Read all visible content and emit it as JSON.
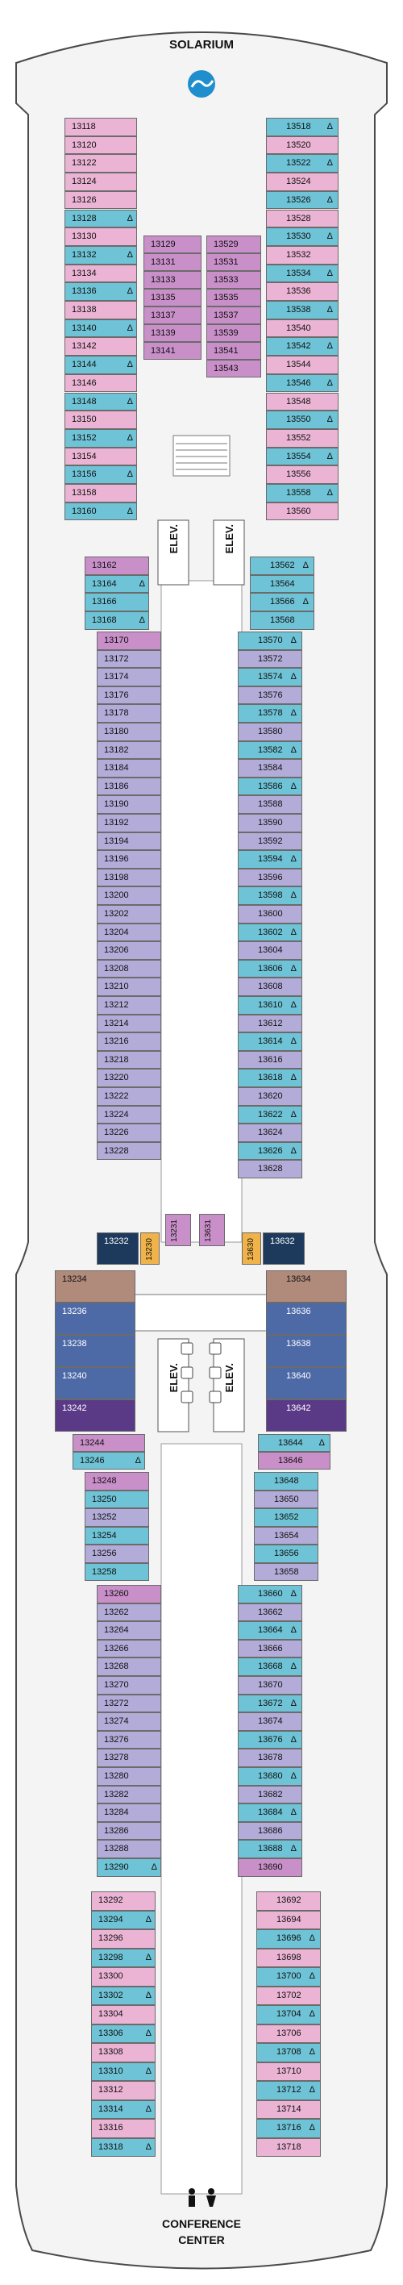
{
  "labels": {
    "top": "SOLARIUM",
    "bottom_line1": "CONFERENCE",
    "bottom_line2": "CENTER",
    "elev": "ELEV."
  },
  "icons": {
    "accessible": "accessible-triangle-icon",
    "connecting": "connecting-arrow-icon",
    "stairs": "stairs-icon",
    "restroom": "restroom-icon",
    "solarium_logo": "solarium-pool-icon"
  },
  "colors": {
    "balcony_blue": "#6fc3d6",
    "pink": "#ebb4d4",
    "lavender": "#b3acd9",
    "magenta": "#c98fc9",
    "purple": "#8b74b6",
    "suite_blue": "#4d6aa6",
    "navy": "#1d3a5c",
    "steel": "#3c5e88",
    "brown": "#b08a7a",
    "orange": "#f0b34a",
    "deep_purple": "#5a3a87",
    "solarium_blue": "#1e8fcc"
  },
  "cabins_left_upper": [
    {
      "n": "13118",
      "c": "pink"
    },
    {
      "n": "13120",
      "c": "pink"
    },
    {
      "n": "13122",
      "c": "pink"
    },
    {
      "n": "13124",
      "c": "pink"
    },
    {
      "n": "13126",
      "c": "pink"
    },
    {
      "n": "13128",
      "c": "balcony_blue",
      "a": "Δ"
    },
    {
      "n": "13130",
      "c": "pink"
    },
    {
      "n": "13132",
      "c": "balcony_blue",
      "a": "Δ"
    },
    {
      "n": "13134",
      "c": "pink"
    },
    {
      "n": "13136",
      "c": "balcony_blue",
      "a": "Δ"
    },
    {
      "n": "13138",
      "c": "pink"
    },
    {
      "n": "13140",
      "c": "balcony_blue",
      "a": "Δ"
    },
    {
      "n": "13142",
      "c": "pink"
    },
    {
      "n": "13144",
      "c": "balcony_blue",
      "a": "Δ"
    },
    {
      "n": "13146",
      "c": "pink"
    },
    {
      "n": "13148",
      "c": "balcony_blue",
      "a": "Δ"
    },
    {
      "n": "13150",
      "c": "pink"
    },
    {
      "n": "13152",
      "c": "balcony_blue",
      "a": "Δ"
    },
    {
      "n": "13154",
      "c": "pink"
    },
    {
      "n": "13156",
      "c": "balcony_blue",
      "a": "Δ"
    },
    {
      "n": "13158",
      "c": "pink"
    },
    {
      "n": "13160",
      "c": "balcony_blue",
      "a": "Δ"
    }
  ],
  "cabins_right_upper": [
    {
      "n": "13518",
      "c": "balcony_blue",
      "a": "Δ"
    },
    {
      "n": "13520",
      "c": "pink"
    },
    {
      "n": "13522",
      "c": "balcony_blue",
      "a": "Δ"
    },
    {
      "n": "13524",
      "c": "pink"
    },
    {
      "n": "13526",
      "c": "balcony_blue",
      "a": "Δ"
    },
    {
      "n": "13528",
      "c": "pink"
    },
    {
      "n": "13530",
      "c": "balcony_blue",
      "a": "Δ"
    },
    {
      "n": "13532",
      "c": "pink"
    },
    {
      "n": "13534",
      "c": "balcony_blue",
      "a": "Δ"
    },
    {
      "n": "13536",
      "c": "pink"
    },
    {
      "n": "13538",
      "c": "balcony_blue",
      "a": "Δ"
    },
    {
      "n": "13540",
      "c": "pink"
    },
    {
      "n": "13542",
      "c": "balcony_blue",
      "a": "Δ"
    },
    {
      "n": "13544",
      "c": "pink"
    },
    {
      "n": "13546",
      "c": "balcony_blue",
      "a": "Δ"
    },
    {
      "n": "13548",
      "c": "pink"
    },
    {
      "n": "13550",
      "c": "balcony_blue",
      "a": "Δ"
    },
    {
      "n": "13552",
      "c": "pink"
    },
    {
      "n": "13554",
      "c": "balcony_blue",
      "a": "Δ"
    },
    {
      "n": "13556",
      "c": "pink"
    },
    {
      "n": "13558",
      "c": "balcony_blue",
      "a": "Δ"
    },
    {
      "n": "13560",
      "c": "pink"
    }
  ],
  "cabins_center_left": [
    "13129",
    "13131",
    "13133",
    "13135",
    "13137",
    "13139",
    "13141"
  ],
  "cabins_center_right": [
    "13529",
    "13531",
    "13533",
    "13535",
    "13537",
    "13539",
    "13541",
    "13543"
  ],
  "cabins_left_mid1": [
    {
      "n": "13162",
      "c": "magenta"
    },
    {
      "n": "13164",
      "c": "balcony_blue",
      "a": "Δ"
    },
    {
      "n": "13166",
      "c": "balcony_blue"
    },
    {
      "n": "13168",
      "c": "balcony_blue",
      "a": "Δ"
    }
  ],
  "cabins_right_mid1": [
    {
      "n": "13562",
      "c": "balcony_blue",
      "a": "Δ"
    },
    {
      "n": "13564",
      "c": "balcony_blue"
    },
    {
      "n": "13566",
      "c": "balcony_blue",
      "a": "Δ"
    },
    {
      "n": "13568",
      "c": "balcony_blue"
    }
  ],
  "cabins_left_mid2": [
    {
      "n": "13170",
      "c": "magenta"
    },
    {
      "n": "13172",
      "c": "lavender"
    },
    {
      "n": "13174",
      "c": "lavender"
    },
    {
      "n": "13176",
      "c": "lavender"
    },
    {
      "n": "13178",
      "c": "lavender"
    },
    {
      "n": "13180",
      "c": "lavender"
    },
    {
      "n": "13182",
      "c": "lavender"
    },
    {
      "n": "13184",
      "c": "lavender"
    },
    {
      "n": "13186",
      "c": "lavender"
    },
    {
      "n": "13190",
      "c": "lavender"
    },
    {
      "n": "13192",
      "c": "lavender"
    },
    {
      "n": "13194",
      "c": "lavender"
    },
    {
      "n": "13196",
      "c": "lavender"
    },
    {
      "n": "13198",
      "c": "lavender"
    },
    {
      "n": "13200",
      "c": "lavender"
    },
    {
      "n": "13202",
      "c": "lavender"
    },
    {
      "n": "13204",
      "c": "lavender"
    },
    {
      "n": "13206",
      "c": "lavender"
    },
    {
      "n": "13208",
      "c": "lavender"
    },
    {
      "n": "13210",
      "c": "lavender"
    },
    {
      "n": "13212",
      "c": "lavender"
    },
    {
      "n": "13214",
      "c": "lavender"
    },
    {
      "n": "13216",
      "c": "lavender"
    },
    {
      "n": "13218",
      "c": "lavender"
    },
    {
      "n": "13220",
      "c": "lavender"
    },
    {
      "n": "13222",
      "c": "lavender"
    },
    {
      "n": "13224",
      "c": "lavender"
    },
    {
      "n": "13226",
      "c": "lavender"
    },
    {
      "n": "13228",
      "c": "lavender"
    }
  ],
  "cabins_right_mid2": [
    {
      "n": "13570",
      "c": "balcony_blue",
      "a": "Δ"
    },
    {
      "n": "13572",
      "c": "lavender"
    },
    {
      "n": "13574",
      "c": "balcony_blue",
      "a": "Δ"
    },
    {
      "n": "13576",
      "c": "lavender"
    },
    {
      "n": "13578",
      "c": "balcony_blue",
      "a": "Δ"
    },
    {
      "n": "13580",
      "c": "lavender"
    },
    {
      "n": "13582",
      "c": "balcony_blue",
      "a": "Δ"
    },
    {
      "n": "13584",
      "c": "lavender"
    },
    {
      "n": "13586",
      "c": "balcony_blue",
      "a": "Δ"
    },
    {
      "n": "13588",
      "c": "lavender"
    },
    {
      "n": "13590",
      "c": "lavender"
    },
    {
      "n": "13592",
      "c": "lavender"
    },
    {
      "n": "13594",
      "c": "balcony_blue",
      "a": "Δ"
    },
    {
      "n": "13596",
      "c": "lavender"
    },
    {
      "n": "13598",
      "c": "balcony_blue",
      "a": "Δ"
    },
    {
      "n": "13600",
      "c": "lavender"
    },
    {
      "n": "13602",
      "c": "balcony_blue",
      "a": "Δ"
    },
    {
      "n": "13604",
      "c": "lavender"
    },
    {
      "n": "13606",
      "c": "balcony_blue",
      "a": "Δ"
    },
    {
      "n": "13608",
      "c": "lavender"
    },
    {
      "n": "13610",
      "c": "balcony_blue",
      "a": "Δ"
    },
    {
      "n": "13612",
      "c": "lavender"
    },
    {
      "n": "13614",
      "c": "balcony_blue",
      "a": "Δ"
    },
    {
      "n": "13616",
      "c": "lavender"
    },
    {
      "n": "13618",
      "c": "balcony_blue",
      "a": "Δ"
    },
    {
      "n": "13620",
      "c": "lavender"
    },
    {
      "n": "13622",
      "c": "balcony_blue",
      "a": "Δ"
    },
    {
      "n": "13624",
      "c": "lavender"
    },
    {
      "n": "13626",
      "c": "balcony_blue",
      "a": "Δ"
    },
    {
      "n": "13628",
      "c": "lavender"
    }
  ],
  "cabins_special": {
    "l1": "13232",
    "l2": "13230",
    "c1": "13231",
    "c2": "13631",
    "r1": "13630",
    "r2": "13632"
  },
  "cabins_left_suites": [
    {
      "n": "13234",
      "c": "brown"
    },
    {
      "n": "13236",
      "c": "suite_blue"
    },
    {
      "n": "13238",
      "c": "suite_blue"
    },
    {
      "n": "13240",
      "c": "suite_blue"
    },
    {
      "n": "13242",
      "c": "deep_purple"
    }
  ],
  "cabins_right_suites": [
    {
      "n": "13634",
      "c": "brown"
    },
    {
      "n": "13636",
      "c": "suite_blue"
    },
    {
      "n": "13638",
      "c": "suite_blue"
    },
    {
      "n": "13640",
      "c": "suite_blue"
    },
    {
      "n": "13642",
      "c": "deep_purple"
    }
  ],
  "cabins_left_mid3": [
    {
      "n": "13244",
      "c": "magenta"
    },
    {
      "n": "13246",
      "c": "balcony_blue",
      "a": "Δ"
    }
  ],
  "cabins_right_mid3": [
    {
      "n": "13644",
      "c": "balcony_blue",
      "a": "Δ"
    },
    {
      "n": "13646",
      "c": "magenta"
    }
  ],
  "cabins_left_mid4": [
    {
      "n": "13248",
      "c": "magenta"
    },
    {
      "n": "13250",
      "c": "balcony_blue"
    },
    {
      "n": "13252",
      "c": "lavender"
    },
    {
      "n": "13254",
      "c": "balcony_blue"
    },
    {
      "n": "13256",
      "c": "lavender"
    },
    {
      "n": "13258",
      "c": "balcony_blue"
    }
  ],
  "cabins_right_mid4": [
    {
      "n": "13648",
      "c": "balcony_blue"
    },
    {
      "n": "13650",
      "c": "lavender"
    },
    {
      "n": "13652",
      "c": "balcony_blue"
    },
    {
      "n": "13654",
      "c": "lavender"
    },
    {
      "n": "13656",
      "c": "balcony_blue"
    },
    {
      "n": "13658",
      "c": "lavender"
    }
  ],
  "cabins_left_mid5": [
    {
      "n": "13260",
      "c": "magenta"
    },
    {
      "n": "13262",
      "c": "lavender"
    },
    {
      "n": "13264",
      "c": "lavender"
    },
    {
      "n": "13266",
      "c": "lavender"
    },
    {
      "n": "13268",
      "c": "lavender"
    },
    {
      "n": "13270",
      "c": "lavender"
    },
    {
      "n": "13272",
      "c": "lavender"
    },
    {
      "n": "13274",
      "c": "lavender"
    },
    {
      "n": "13276",
      "c": "lavender"
    },
    {
      "n": "13278",
      "c": "lavender"
    },
    {
      "n": "13280",
      "c": "lavender"
    },
    {
      "n": "13282",
      "c": "lavender"
    },
    {
      "n": "13284",
      "c": "lavender"
    },
    {
      "n": "13286",
      "c": "lavender"
    },
    {
      "n": "13288",
      "c": "lavender"
    },
    {
      "n": "13290",
      "c": "balcony_blue",
      "a": "Δ"
    }
  ],
  "cabins_right_mid5": [
    {
      "n": "13660",
      "c": "balcony_blue",
      "a": "Δ"
    },
    {
      "n": "13662",
      "c": "lavender"
    },
    {
      "n": "13664",
      "c": "balcony_blue",
      "a": "Δ"
    },
    {
      "n": "13666",
      "c": "lavender"
    },
    {
      "n": "13668",
      "c": "balcony_blue",
      "a": "Δ"
    },
    {
      "n": "13670",
      "c": "lavender"
    },
    {
      "n": "13672",
      "c": "balcony_blue",
      "a": "Δ"
    },
    {
      "n": "13674",
      "c": "lavender"
    },
    {
      "n": "13676",
      "c": "balcony_blue",
      "a": "Δ"
    },
    {
      "n": "13678",
      "c": "lavender"
    },
    {
      "n": "13680",
      "c": "balcony_blue",
      "a": "Δ"
    },
    {
      "n": "13682",
      "c": "lavender"
    },
    {
      "n": "13684",
      "c": "balcony_blue",
      "a": "Δ"
    },
    {
      "n": "13686",
      "c": "lavender"
    },
    {
      "n": "13688",
      "c": "balcony_blue",
      "a": "Δ"
    },
    {
      "n": "13690",
      "c": "magenta"
    }
  ],
  "cabins_left_lower": [
    {
      "n": "13292",
      "c": "pink"
    },
    {
      "n": "13294",
      "c": "balcony_blue",
      "a": "Δ"
    },
    {
      "n": "13296",
      "c": "pink"
    },
    {
      "n": "13298",
      "c": "balcony_blue",
      "a": "Δ"
    },
    {
      "n": "13300",
      "c": "pink"
    },
    {
      "n": "13302",
      "c": "balcony_blue",
      "a": "Δ"
    },
    {
      "n": "13304",
      "c": "pink"
    },
    {
      "n": "13306",
      "c": "balcony_blue",
      "a": "Δ"
    },
    {
      "n": "13308",
      "c": "pink"
    },
    {
      "n": "13310",
      "c": "balcony_blue",
      "a": "Δ"
    },
    {
      "n": "13312",
      "c": "pink"
    },
    {
      "n": "13314",
      "c": "balcony_blue",
      "a": "Δ"
    },
    {
      "n": "13316",
      "c": "pink"
    },
    {
      "n": "13318",
      "c": "balcony_blue",
      "a": "Δ"
    }
  ],
  "cabins_right_lower": [
    {
      "n": "13692",
      "c": "pink"
    },
    {
      "n": "13694",
      "c": "pink"
    },
    {
      "n": "13696",
      "c": "balcony_blue",
      "a": "Δ"
    },
    {
      "n": "13698",
      "c": "pink"
    },
    {
      "n": "13700",
      "c": "balcony_blue",
      "a": "Δ"
    },
    {
      "n": "13702",
      "c": "pink"
    },
    {
      "n": "13704",
      "c": "balcony_blue",
      "a": "Δ"
    },
    {
      "n": "13706",
      "c": "pink"
    },
    {
      "n": "13708",
      "c": "balcony_blue",
      "a": "Δ"
    },
    {
      "n": "13710",
      "c": "pink"
    },
    {
      "n": "13712",
      "c": "balcony_blue",
      "a": "Δ"
    },
    {
      "n": "13714",
      "c": "pink"
    },
    {
      "n": "13716",
      "c": "balcony_blue",
      "a": "Δ"
    },
    {
      "n": "13718",
      "c": "pink"
    }
  ]
}
